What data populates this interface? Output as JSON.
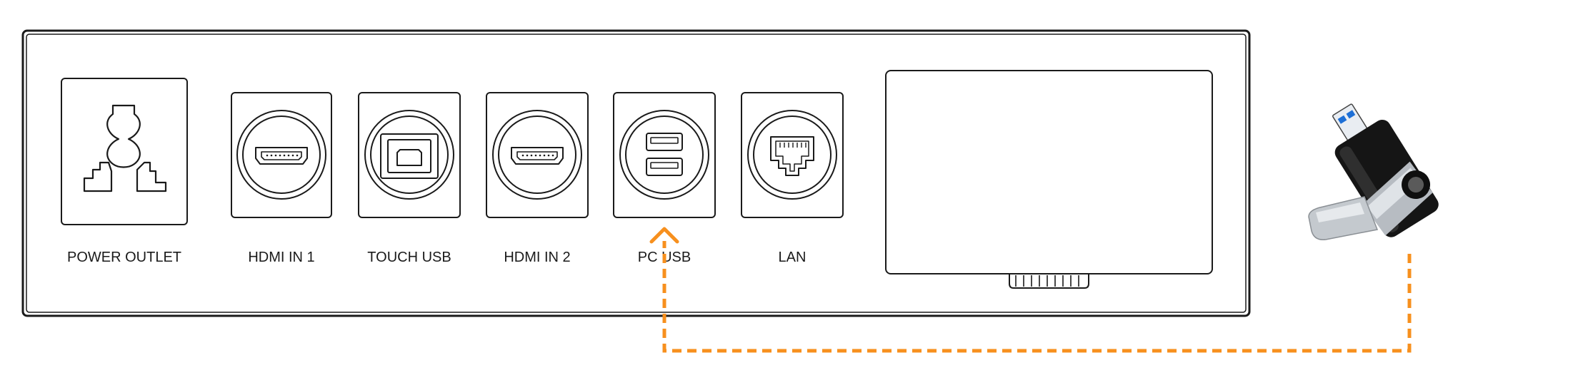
{
  "ports": [
    {
      "label": "POWER OUTLET",
      "icon": "power-outlet-icon"
    },
    {
      "label": "HDMI IN 1",
      "icon": "hdmi-port-icon"
    },
    {
      "label": "TOUCH USB",
      "icon": "usb-b-port-icon"
    },
    {
      "label": "HDMI IN 2",
      "icon": "hdmi-port-icon"
    },
    {
      "label": "PC USB",
      "icon": "usb-a-dual-port-icon"
    },
    {
      "label": "LAN",
      "icon": "ethernet-port-icon"
    }
  ],
  "connection": {
    "from": "usb-flash-drive",
    "to": "PC USB",
    "color": "#F7901E",
    "style": "dashed-arrow"
  },
  "colors": {
    "stroke": "#1a1a1a",
    "usb_blue": "#1d6fd6"
  }
}
